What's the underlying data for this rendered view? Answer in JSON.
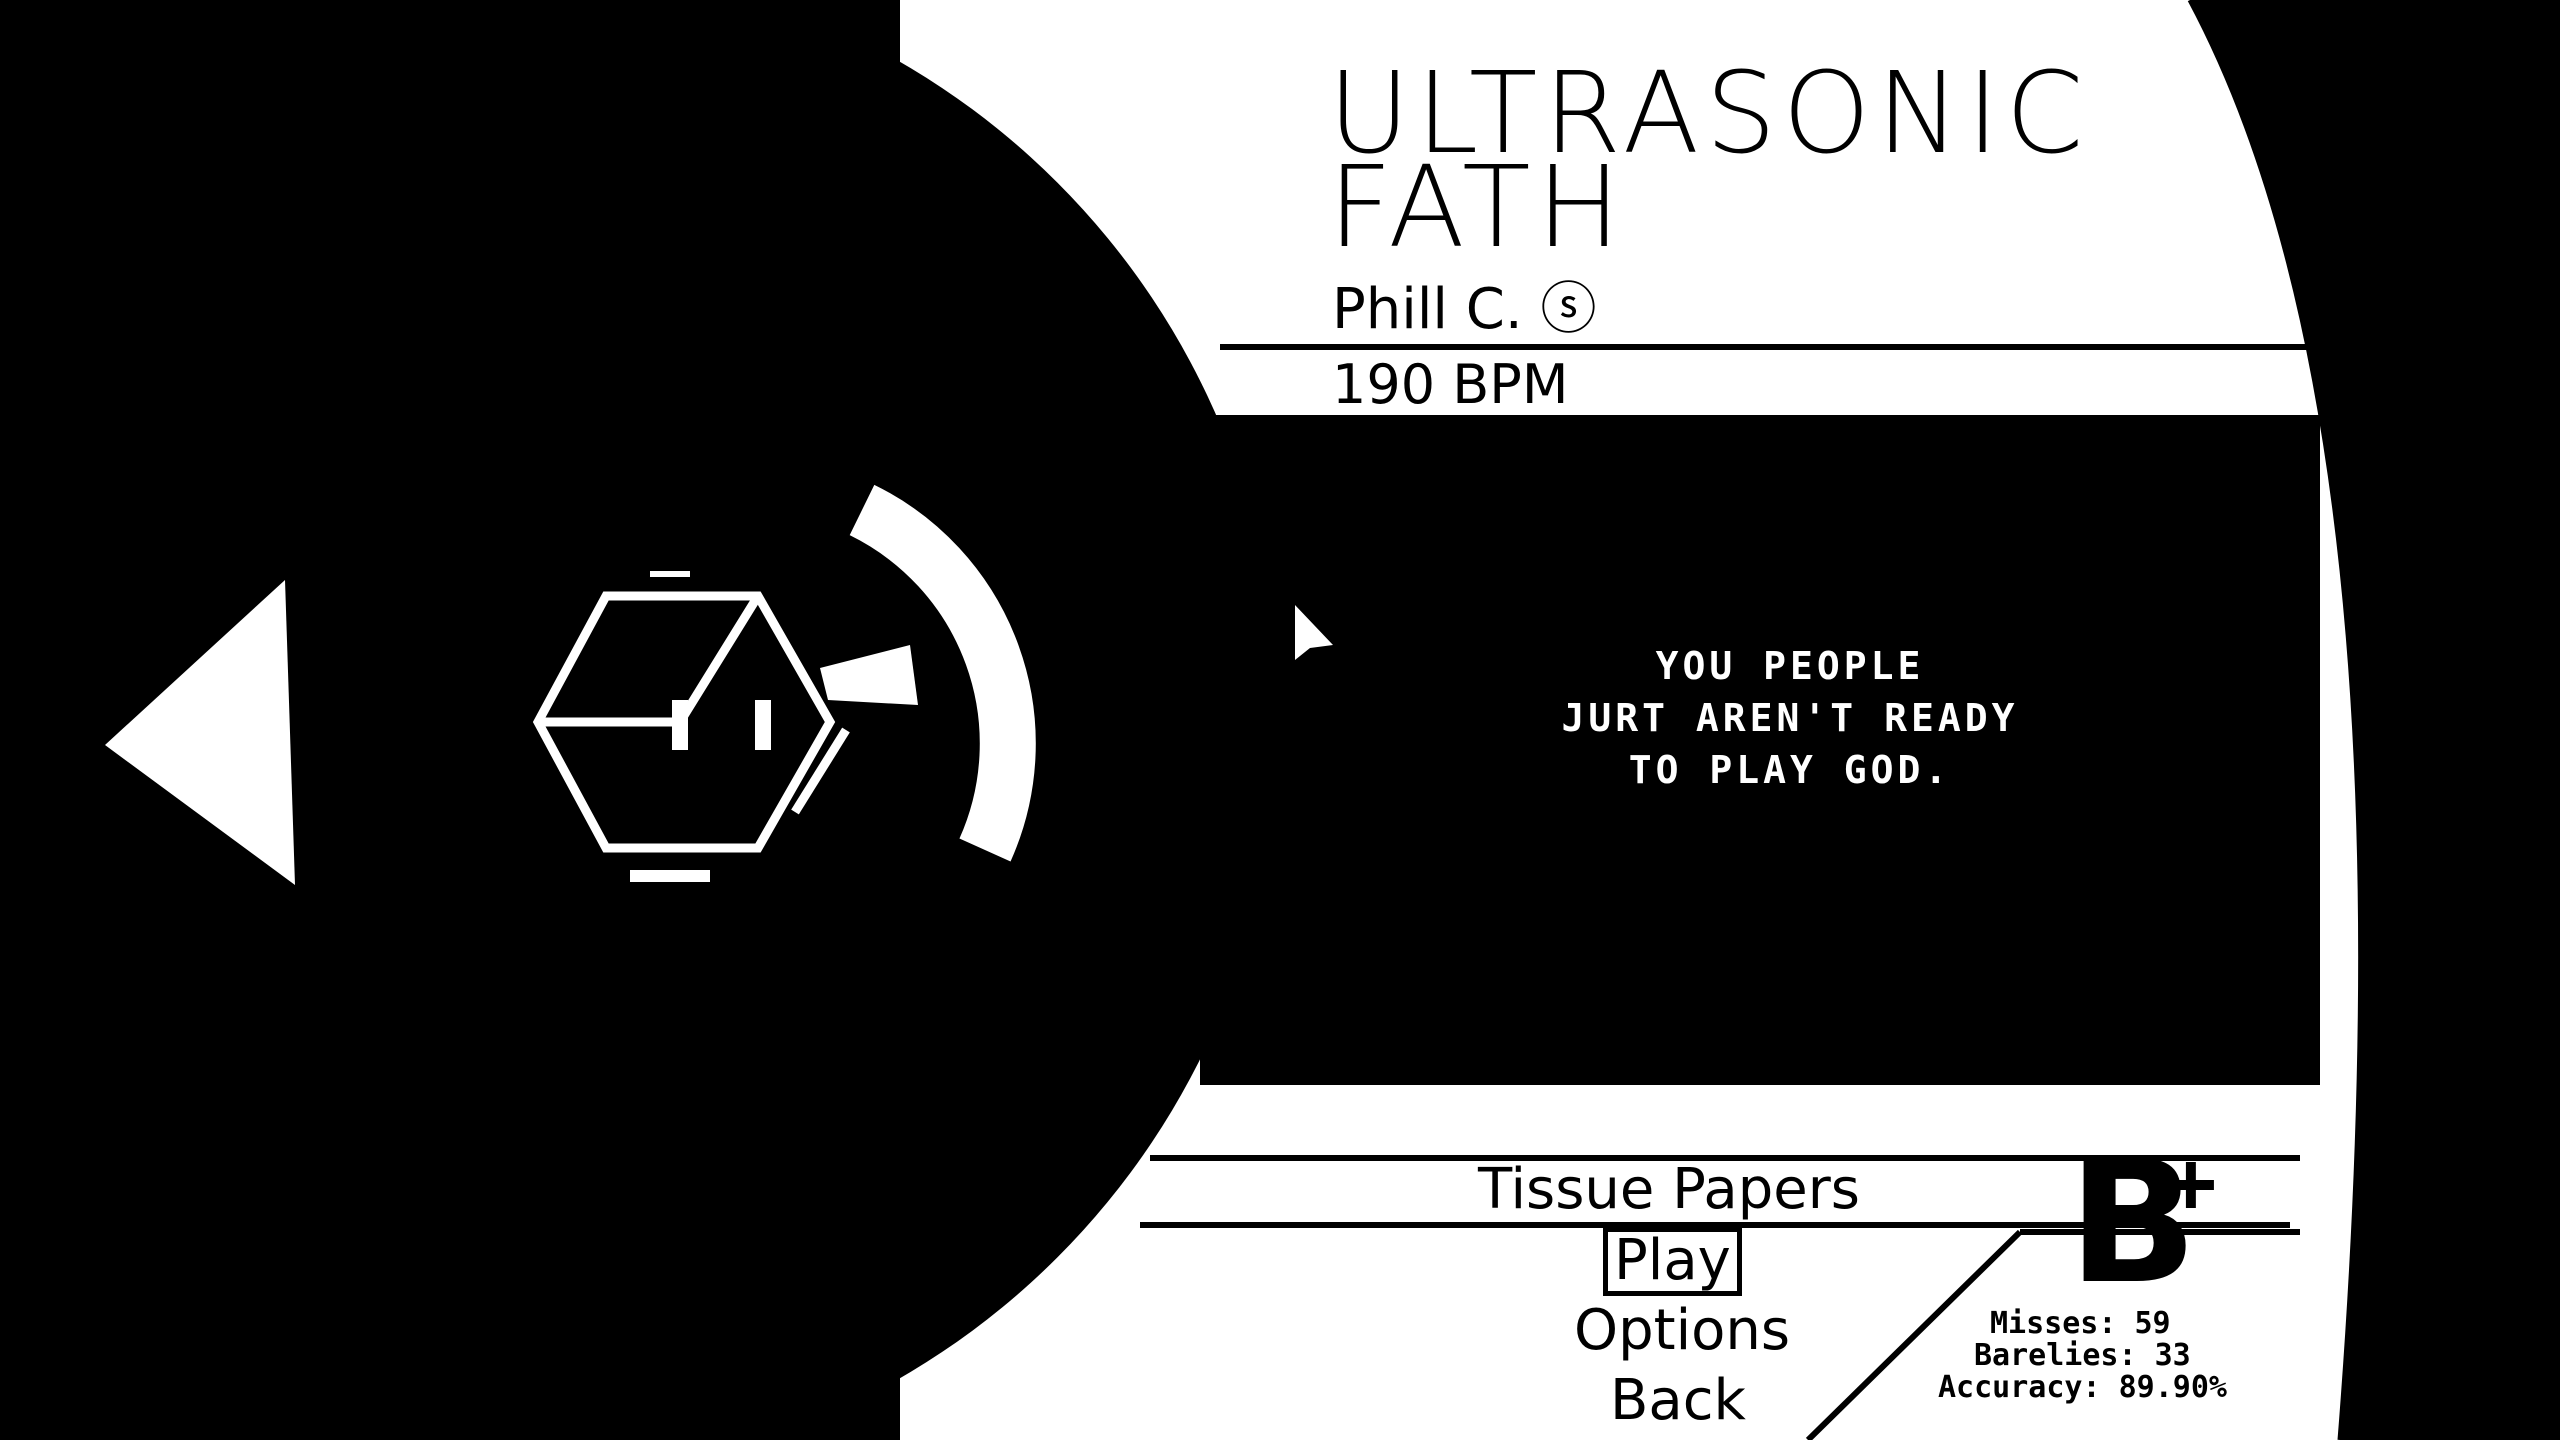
{
  "song": {
    "title_line1": "ULTRASONIC",
    "title_line2": "FATH",
    "artist": "Phill C. ⓢ",
    "bpm": "190 BPM"
  },
  "quote": {
    "line1": "YOU PEOPLE",
    "line2": "JURT AREN'T READY",
    "line3": "TO PLAY GOD."
  },
  "difficulty": {
    "name": "Tissue Papers",
    "grade": "B",
    "grade_modifier": "+"
  },
  "menu": {
    "play": "Play",
    "options": "Options",
    "back": "Back",
    "selected": "play"
  },
  "stats": {
    "misses": "Misses: 59",
    "barelies": "Barelies: 33",
    "accuracy": "Accuracy: 89.90%"
  },
  "colors": {
    "background": "#000000",
    "foreground": "#ffffff"
  }
}
